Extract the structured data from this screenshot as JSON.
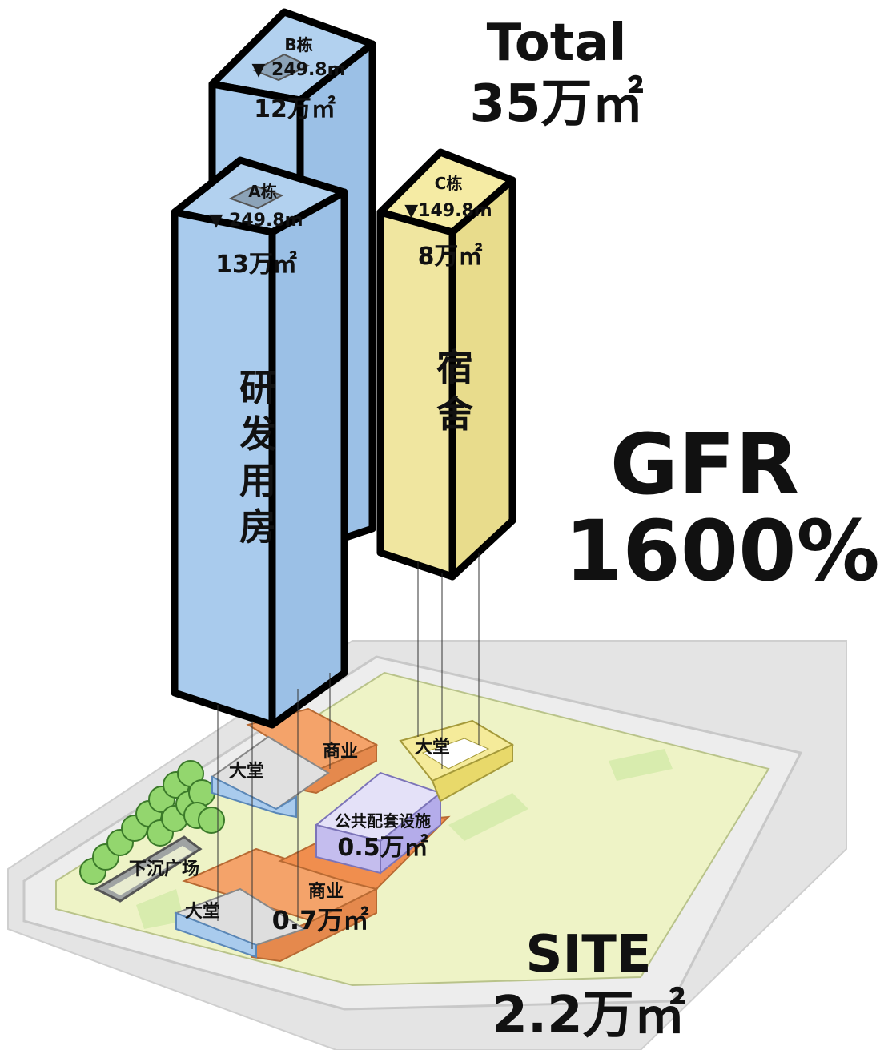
{
  "header": {
    "total_label": "Total",
    "total_area": "35万㎡"
  },
  "ratio": {
    "label": "GFR",
    "value": "1600%"
  },
  "site": {
    "label": "SITE",
    "area": "2.2万㎡"
  },
  "towers": [
    {
      "id": "B栋",
      "height": "▼ 249.8m",
      "area": "12万㎡"
    },
    {
      "id": "A栋",
      "height": "▼ 249.8m",
      "area": "13万㎡",
      "use": "研发用房"
    },
    {
      "id": "C栋",
      "height": "▼149.8m",
      "area": "8万㎡",
      "use": "宿舍"
    }
  ],
  "podium": {
    "lobby_1": "大堂",
    "lobby_2": "大堂",
    "lobby_3": "大堂",
    "retail_1": "商业",
    "retail_2": "商业",
    "retail_area": "0.7万㎡",
    "public_facility": "公共配套设施",
    "public_area": "0.5万㎡",
    "sunken_plaza": "下沉广场"
  },
  "colors": {
    "office_tower": "#a9cbed",
    "dorm_tower": "#f0e6a0",
    "retail": "#f4a36a",
    "public": "#c9c3ee",
    "site": "#eef2c8",
    "road": "#e2e2e2",
    "tree": "#8fd36b"
  }
}
